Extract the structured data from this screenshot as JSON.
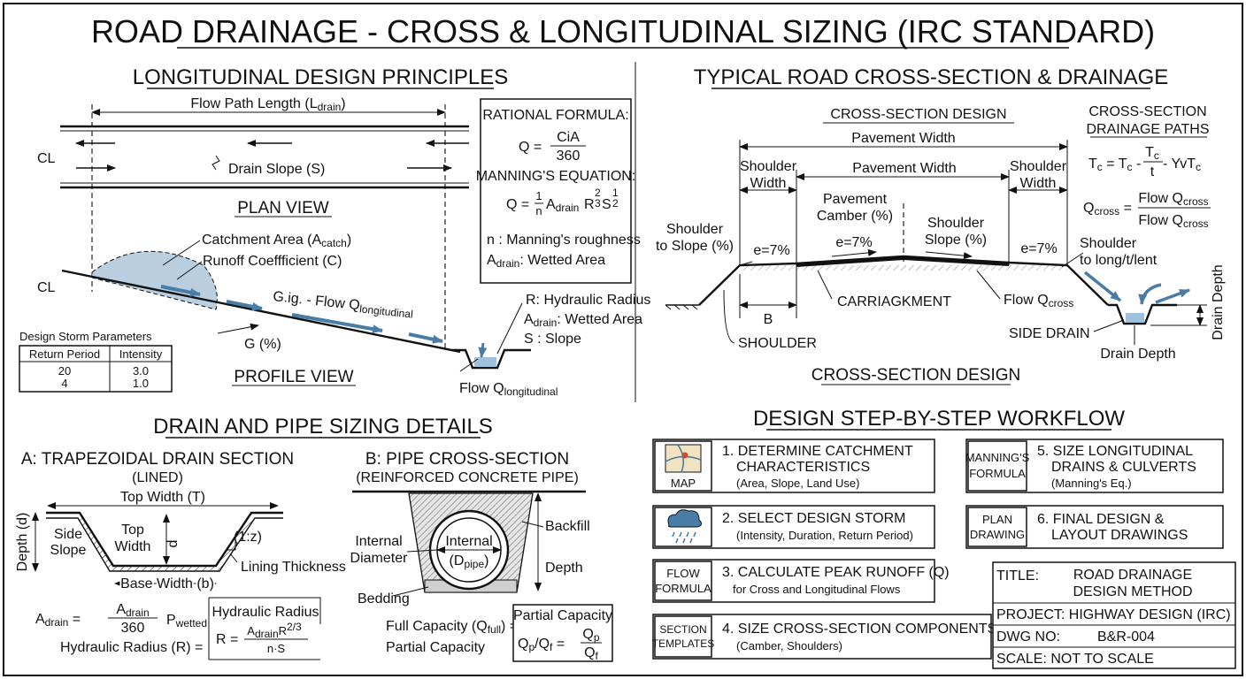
{
  "sheet": {
    "title": "ROAD DRAINAGE - CROSS & LONGITUDINAL SIZING (IRC STANDARD)"
  },
  "longitudinal": {
    "heading": "LONGITUDINAL DESIGN PRINCIPLES",
    "flow_path": "Flow Path Length (L",
    "flow_path_sub": "drain",
    "flow_path_end": ")",
    "cl": "CL",
    "drain_slope": "Drain Slope (S)",
    "plan_view": "PLAN VIEW",
    "catchment": "Catchment Area (A",
    "catchment_sub": "catch",
    "catchment_end": ")",
    "runoff": "Runoff Coeffficient (C)",
    "cl_profile": "CL",
    "flow_long": "G.ig. - Flow Q",
    "flow_long_sub": "longitudinal",
    "grade": "G (%)",
    "profile_view": "PROFILE VIEW",
    "flow_q_long": "Flow Q",
    "flow_q_long_sub": "longitudinal",
    "hyd_radius": "R: Hydraulic Radius",
    "wetted_area": "A",
    "wetted_area_sub": "drain",
    "wetted_area_end": ": Wetted Area",
    "slope_label": "S : Slope",
    "storm": {
      "title": "Design Storm Parameters",
      "headers": [
        "Return Period",
        "Intensity"
      ],
      "rows": [
        [
          "20",
          "3.0"
        ],
        [
          "4",
          "1.0"
        ]
      ]
    },
    "formulas": {
      "rational_title": "RATIONAL FORMULA:",
      "q_eq": "Q =",
      "rational_num": "CiA",
      "rational_den": "360",
      "manning_title": "MANNING'S EQUATION:",
      "manning_frac_num": "1",
      "manning_frac_den": "n",
      "manning_a": "A",
      "manning_a_sub": "drain",
      "manning_r": "R",
      "manning_r_exp_num": "2",
      "manning_r_exp_den": "3",
      "manning_s": "S",
      "manning_s_exp_num": "1",
      "manning_s_exp_den": "2",
      "n_def": "n : Manning's roughness",
      "a_def": "A",
      "a_def_sub": "drain",
      "a_def_end": ": Wetted Area"
    }
  },
  "cross_section": {
    "heading": "TYPICAL ROAD CROSS-SECTION & DRAINAGE",
    "design_title": "CROSS-SECTION DESIGN",
    "pavement_width_top": "Pavement Width",
    "pavement_width": "Pavement Width",
    "shoulder_left_1": "Shoulder",
    "shoulder_left_2": "Width",
    "shoulder_right_1": "Shoulder",
    "shoulder_right_2": "Width",
    "camber_1": "Pavement",
    "camber_2": "Camber (%)",
    "shoulder_slope_r_1": "Shoulder",
    "shoulder_slope_r_2": "Slope (%)",
    "shoulder_slope_l_1": "Shoulder",
    "shoulder_slope_l_2": "to Slope (%)",
    "e_left": "e=7%",
    "e_mid": "e=7%",
    "e_right": "e=7%",
    "shoulder_long_1": "Shoulder",
    "shoulder_long_2": "to long/t/lent",
    "carriageway": "CARRIAGKMENT",
    "flow_cross": "Flow Q",
    "flow_cross_sub": "cross",
    "b_label": "B",
    "shoulder_label": "SHOULDER",
    "side_drain": "SIDE DRAIN",
    "drain_depth_bottom": "Drain Depth",
    "drain_depth_side": "Drain Depth",
    "bottom_title": "CROSS-SECTION DESIGN",
    "paths_title_1": "CROSS-SECTION",
    "paths_title_2": "DRAINAGE PATHS",
    "tc_eq_a": "T",
    "tc_eq_a_sub": "c",
    "tc_eq_b": " = T",
    "tc_eq_b_sub": "c",
    "tc_eq_c": " - ",
    "tc_frac_num": "T",
    "tc_frac_num_sub": "c",
    "tc_frac_den": "t",
    "tc_eq_d": " - YvT",
    "tc_eq_d_sub": "c",
    "qcross_a": "Q",
    "qcross_a_sub": "cross",
    "qcross_eq": " =",
    "qcross_num": "Flow Q",
    "qcross_num_sub": "cross",
    "qcross_den": "Flow Q",
    "qcross_den_sub": "cross"
  },
  "sizing": {
    "heading": "DRAIN AND PIPE SIZING DETAILS",
    "trap_title_1": "A:  TRAPEZOIDAL DRAIN SECTION",
    "trap_title_2": "(LINED)",
    "top_width": "Top Width (T)",
    "depth": "Depth (d)",
    "side_slope_1": "Side",
    "side_slope_2": "Slope",
    "top_width_inner_1": "Top",
    "top_width_inner_2": "Width",
    "d_label": "d",
    "slope_ratio": "(1:z)",
    "lining": "Lining Thickness",
    "base_width": "Base Width (b)",
    "a_drain": "A",
    "a_drain_sub": "drain",
    "a_drain_eq": " =",
    "a_frac_num": "A",
    "a_frac_num_sub": "drain",
    "a_frac_den": "360",
    "p_wetted": "P",
    "p_wetted_sub": "wetted",
    "hr_box_title": "Hydraulic Radius",
    "hr_box_r": "R =",
    "hr_num": "A",
    "hr_num_sub": "drain",
    "hr_num_end": "R",
    "hr_num_exp": "2/3",
    "hr_den": "n·S",
    "hr_label": "Hydraulic Radius (R) =",
    "pipe_title_1": "B:  PIPE CROSS-SECTION",
    "pipe_title_2": "(REINFORCED CONCRETE PIPE)",
    "backfill": "Backfill",
    "internal_diam_1": "Internal",
    "internal_diam_2": "Diameter",
    "internal_in": "Internal",
    "dpipe": "(D",
    "dpipe_sub": "pipe",
    "dpipe_end": ")",
    "pipe_depth": "Depth",
    "bedding": "Bedding",
    "full_capacity": "Full Capacity (Q",
    "full_capacity_sub": "full",
    "full_capacity_end": ") =",
    "partial_capacity": "Partial Capacity",
    "pc_box_title": "Partial Capacity",
    "pc_lhs": "Q",
    "pc_lhs_sub": "p",
    "pc_lhs_mid": "/Q",
    "pc_lhs_sub2": "f",
    "pc_lhs_eq": " =",
    "pc_num": "Q",
    "pc_num_sub": "p",
    "pc_den": "Q",
    "pc_den_sub": "f"
  },
  "workflow": {
    "heading": "DESIGN STEP-BY-STEP WORKFLOW",
    "steps": [
      {
        "icon": "MAP",
        "line1": "1. DETERMINE CATCHMENT",
        "line2": "CHARACTERISTICS",
        "line3": "(Area, Slope, Land Use)"
      },
      {
        "icon": "",
        "line1": "2. SELECT DESIGN STORM",
        "line2": "(Intensity, Duration, Return Period)",
        "line3": ""
      },
      {
        "icon1": "FLOW",
        "icon2": "FORMULA",
        "line1": "3. CALCULATE PEAK RUNOFF (Q)",
        "line2": "for Cross and Longitudinal Flows",
        "line3": ""
      },
      {
        "icon1": "SECTION",
        "icon2": "TEMPLATES",
        "line1": "4. SIZE CROSS-SECTION COMPONENTS",
        "line2": "(Camber, Shoulders)",
        "line3": ""
      },
      {
        "icon1": "MANNING'S",
        "icon2": "FORMULA",
        "line1": "5. SIZE LONGITUDINAL",
        "line2": "DRAINS & CULVERTS",
        "line3": "(Manning's Eq.)"
      },
      {
        "icon1": "PLAN",
        "icon2": "DRAWING",
        "line1": "6. FINAL DESIGN &",
        "line2": "LAYOUT DRAWINGS",
        "line3": ""
      }
    ]
  },
  "title_block": {
    "title_label": "TITLE:",
    "title_value_1": "ROAD DRAINAGE",
    "title_value_2": "DESIGN METHOD",
    "project": "PROJECT: HIGHWAY DESIGN (IRC)",
    "dwg_label": "DWG NO:",
    "dwg_value": "B&R-004",
    "scale": "SCALE: NOT TO SCALE"
  }
}
